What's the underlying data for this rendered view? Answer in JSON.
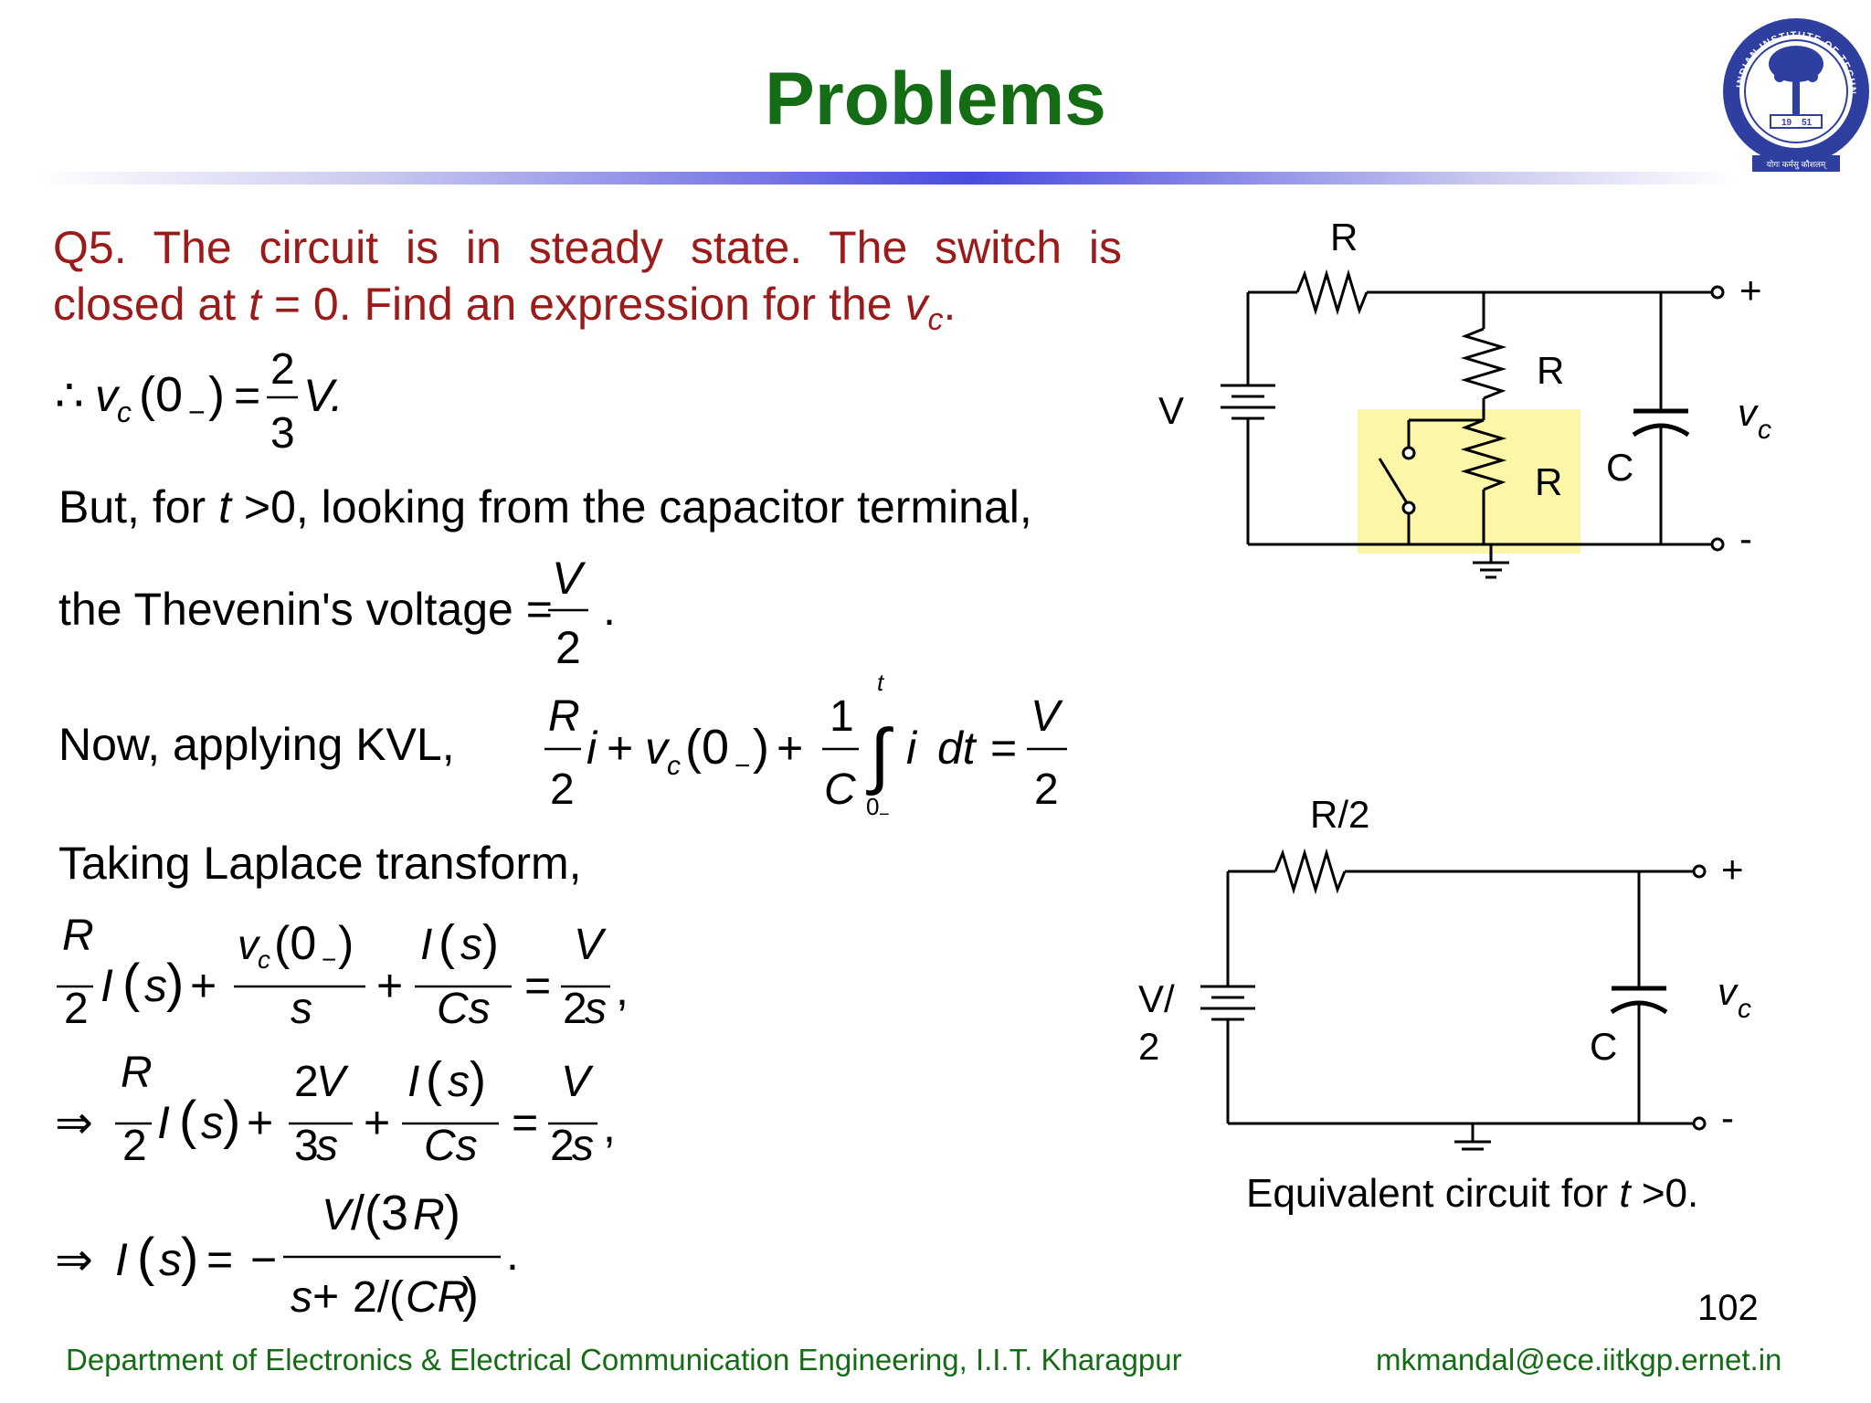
{
  "slide": {
    "title": "Problems",
    "page_number": "102",
    "footer_left": "Department of Electronics & Electrical Communication Engineering, I.I.T. Kharagpur",
    "footer_right": "mkmandal@ece.iitkgp.ernet.in"
  },
  "logo": {
    "arc_text": "INDIAN INSTITUTE OF TECHNOLOGY KHARAGPUR",
    "year_left": "19",
    "year_right": "51",
    "motto": "योगः कर्मसु कौशलम्"
  },
  "question": {
    "prefix": "Q5. The circuit is in steady state. The switch is closed at ",
    "t": "t",
    "mid": " = 0. Find an expression for the ",
    "v": "v",
    "sub": "c",
    "end": "."
  },
  "solution": {
    "line1_therefore": "∴",
    "line1_v": "v",
    "line1_c": "c",
    "line1_arg": "(0",
    "line1_minus": "−",
    "line1_close": ")",
    "line1_eq": "=",
    "line1_num": "2",
    "line1_den": "3",
    "line1_V": "V.",
    "line2_a": "But, for ",
    "line2_t": "t",
    "line2_b": " >0, looking  from  the capacitor terminal,",
    "line3": "the Thevenin's voltage =",
    "line3_num": "V",
    "line3_den": "2",
    "line3_end": ".",
    "line4": "Now,  applying KVL,",
    "line5": "Taking  Laplace  transform,"
  },
  "circuit_top": {
    "labels": {
      "r_series": "R",
      "r_upper": "R",
      "r_lower": "R",
      "cap": "C",
      "source": "V",
      "plus": "+",
      "minus": "-",
      "vc_v": "v",
      "vc_c": "c"
    },
    "highlight_color": "#fbf6a8"
  },
  "circuit_bottom": {
    "labels": {
      "r_series": "R/2",
      "cap": "C",
      "source_top": "V/",
      "source_bottom": "2",
      "plus": "+",
      "minus": "-",
      "vc_v": "v",
      "vc_c": "c"
    },
    "caption_a": "Equivalent circuit for ",
    "caption_t": "t",
    "caption_b": " >0."
  },
  "colors": {
    "title": "#146c14",
    "question": "#9b1a1a",
    "footer": "#146c14",
    "rule": "#4a4ae0",
    "logo": "#2f3fa0"
  }
}
